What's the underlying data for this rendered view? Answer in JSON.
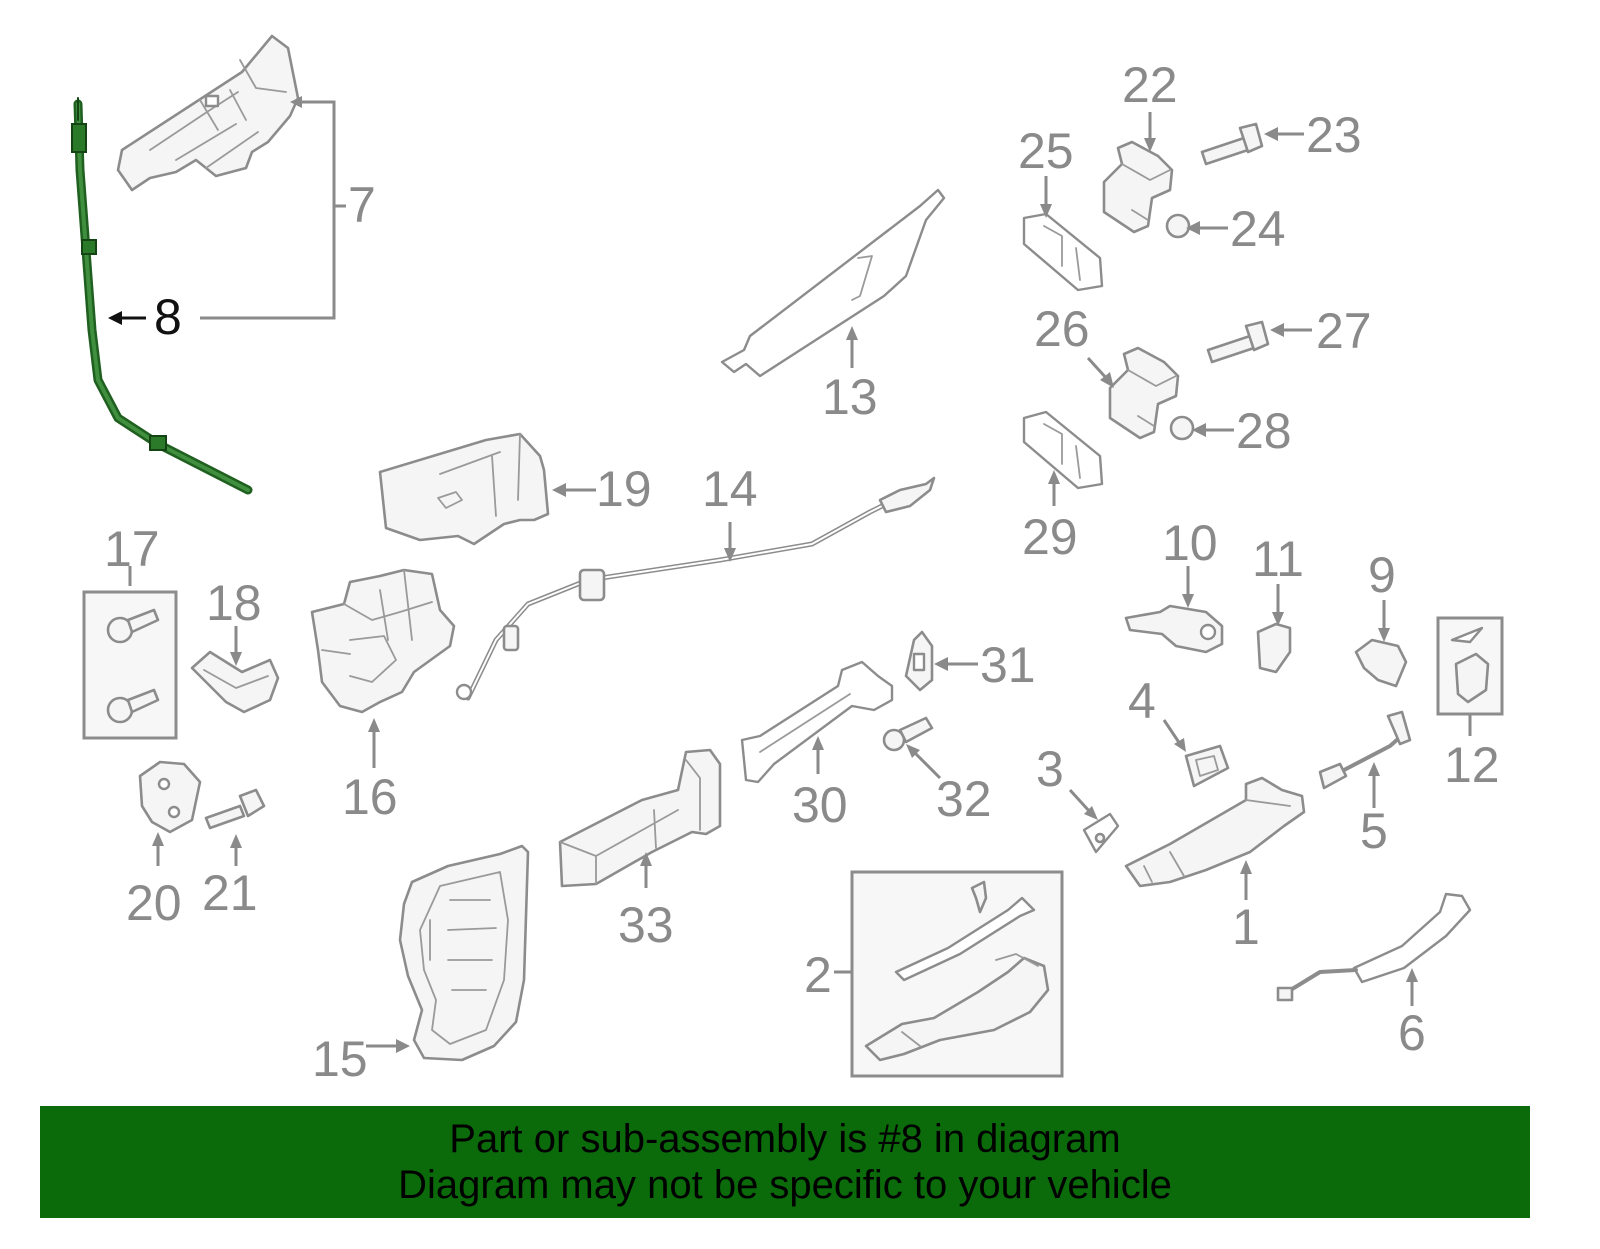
{
  "callouts": {
    "c1": "1",
    "c2": "2",
    "c3": "3",
    "c4": "4",
    "c5": "5",
    "c6": "6",
    "c7": "7",
    "c8": "8",
    "c9": "9",
    "c10": "10",
    "c11": "11",
    "c12": "12",
    "c13": "13",
    "c14": "14",
    "c15": "15",
    "c16": "16",
    "c17": "17",
    "c18": "18",
    "c19": "19",
    "c20": "20",
    "c21": "21",
    "c22": "22",
    "c23": "23",
    "c24": "24",
    "c25": "25",
    "c26": "26",
    "c27": "27",
    "c28": "28",
    "c29": "29",
    "c30": "30",
    "c31": "31",
    "c32": "32",
    "c33": "33"
  },
  "highlighted_part": "8",
  "banner": {
    "line1": "Part or sub-assembly is #8 in diagram",
    "line2": "Diagram may not be specific to your vehicle"
  },
  "colors": {
    "banner": "#0b6b0b",
    "highlight": "#1f5f1f",
    "line_art": "#8c8c8c"
  }
}
